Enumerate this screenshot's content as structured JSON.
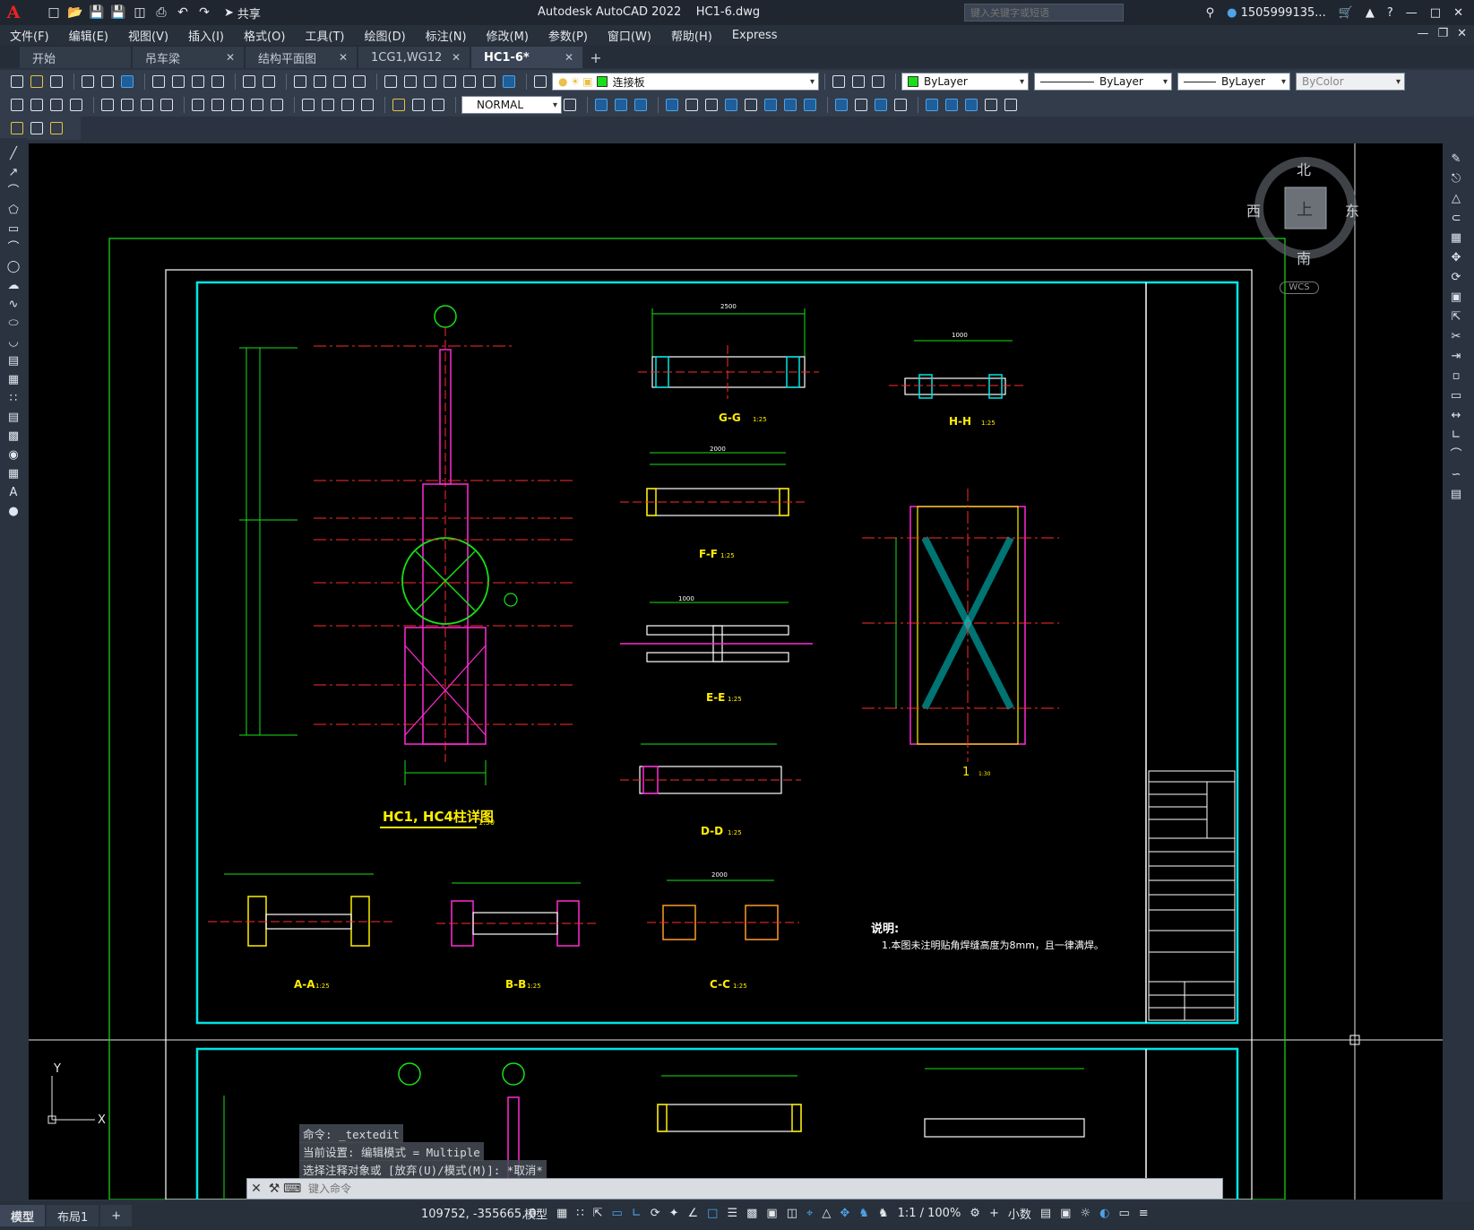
{
  "app": {
    "title": "Autodesk AutoCAD 2022",
    "file": "HC1-6.dwg",
    "logo": "A",
    "share_label": "共享",
    "search_placeholder": "键入关键字或短语",
    "user": "1505999135...",
    "help": "?"
  },
  "menu": [
    "文件(F)",
    "编辑(E)",
    "视图(V)",
    "插入(I)",
    "格式(O)",
    "工具(T)",
    "绘图(D)",
    "标注(N)",
    "修改(M)",
    "参数(P)",
    "窗口(W)",
    "帮助(H)",
    "Express"
  ],
  "tabs": [
    {
      "label": "开始",
      "closable": false
    },
    {
      "label": "吊车梁",
      "closable": true
    },
    {
      "label": "结构平面图",
      "closable": true
    },
    {
      "label": "1CG1,WG12",
      "closable": true
    },
    {
      "label": "HC1-6*",
      "closable": true,
      "active": true
    }
  ],
  "toolbar": {
    "layer": "连接板",
    "color": "ByLayer",
    "linetype": "ByLayer",
    "lineweight": "ByLayer",
    "plotstyle": "ByColor",
    "dimstyle": "NORMAL"
  },
  "colors": {
    "accent": "#4fa3e8",
    "cyan": "#00e5e5",
    "green": "#18e018",
    "magenta": "#ff2bd6",
    "red": "#ff2b2b",
    "yellow": "#ffee00",
    "white": "#ffffff"
  },
  "viewcube": {
    "north": "北",
    "south": "南",
    "east": "东",
    "west": "西",
    "top": "上",
    "wcs": "WCS"
  },
  "drawing": {
    "column_title": "HC1, HC4柱详图",
    "column_scale": "1:50",
    "sections": [
      {
        "label": "G-G",
        "scale": "1:25"
      },
      {
        "label": "H-H",
        "scale": "1:25"
      },
      {
        "label": "F-F",
        "scale": "1:25"
      },
      {
        "label": "E-E",
        "scale": "1:25"
      },
      {
        "label": "D-D",
        "scale": "1:25"
      },
      {
        "label": "A-A",
        "scale": "1:25"
      },
      {
        "label": "B-B",
        "scale": "1:25"
      },
      {
        "label": "C-C",
        "scale": "1:25"
      }
    ],
    "detail_label": "1",
    "detail_scale": "1:30",
    "notes_title": "说明:",
    "notes_line": "1.本图未注明贴角焊缝高度为8mm，且一律满焊。",
    "dims": {
      "top_width": "2500",
      "ff_width": "2000",
      "cc_width": "2000",
      "hh_width": "1000",
      "ee_half": "1000"
    }
  },
  "command": {
    "history": [
      "命令: _textedit",
      "当前设置: 编辑模式 = Multiple",
      "选择注释对象或 [放弃(U)/模式(M)]: *取消*"
    ],
    "placeholder": "键入命令"
  },
  "layouts": [
    "模型",
    "布局1"
  ],
  "status": {
    "coords": "109752, -355665, 0",
    "model": "模型",
    "scale": "1:1 / 100%",
    "units": "小数"
  }
}
